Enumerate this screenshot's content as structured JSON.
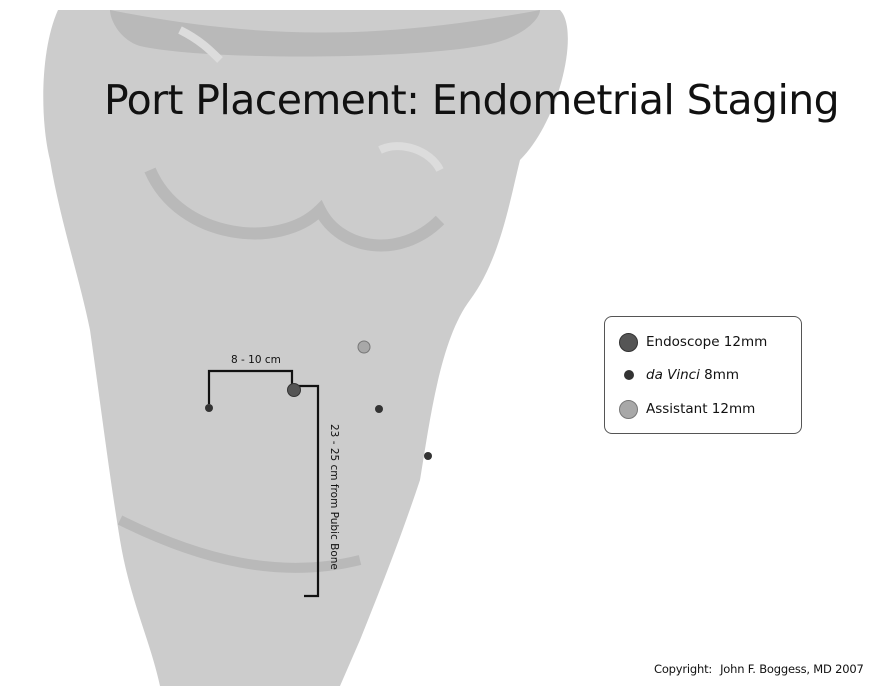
{
  "title": "Port Placement:  Endometrial Staging",
  "colors": {
    "endoscope": "#555555",
    "da_vinci": "#333333",
    "assistant": "#a8a8a8",
    "body_fill": "#cccccc",
    "body_shade": "#b9b9b9",
    "body_highlight": "#dcdcdc"
  },
  "legend": {
    "endoscope_label": "Endoscope 12mm",
    "da_vinci_name": "da Vinci",
    "da_vinci_size": "8mm",
    "assistant_label": "Assistant 12mm"
  },
  "measurements": {
    "horizontal": "8 - 10 cm",
    "vertical": "23 - 25 cm from Pubic Bone"
  },
  "copyright": {
    "prefix": "Copyright:",
    "author": "John F. Boggess, MD 2007"
  }
}
